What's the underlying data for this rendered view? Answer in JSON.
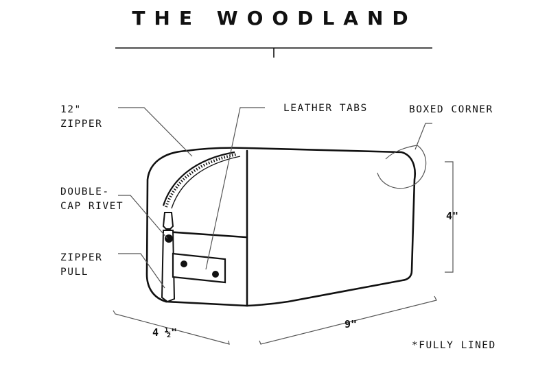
{
  "title": "THE WOODLAND",
  "callouts": {
    "zipper": "12\"\nZIPPER",
    "leather_tabs": "LEATHER TABS",
    "boxed_corner": "BOXED CORNER",
    "rivet": "DOUBLE-\nCAP RIVET",
    "zipper_pull": "ZIPPER\nPULL"
  },
  "dimensions": {
    "height": "4\"",
    "depth": "4 ½\"",
    "width": "9\""
  },
  "note": "*FULLY LINED",
  "colors": {
    "ink": "#111111",
    "leader": "#555555",
    "background": "#ffffff"
  }
}
